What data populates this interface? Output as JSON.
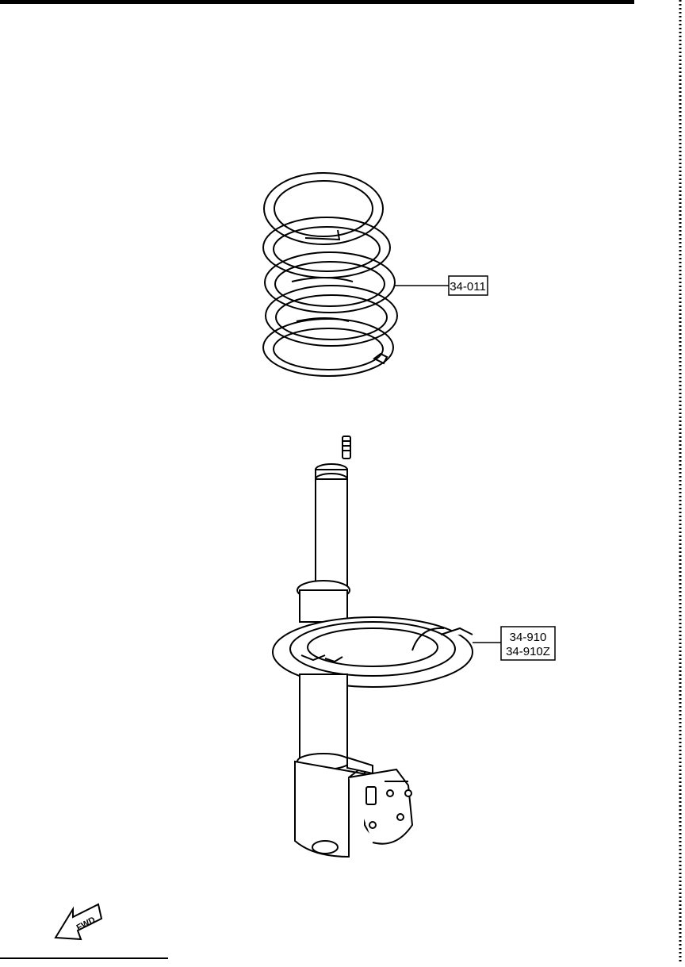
{
  "callouts": {
    "spring": {
      "lines": [
        "34-011"
      ]
    },
    "strut": {
      "lines": [
        "34-910",
        "34-910Z"
      ]
    }
  },
  "fwd_arrow": {
    "label": "FWD"
  }
}
